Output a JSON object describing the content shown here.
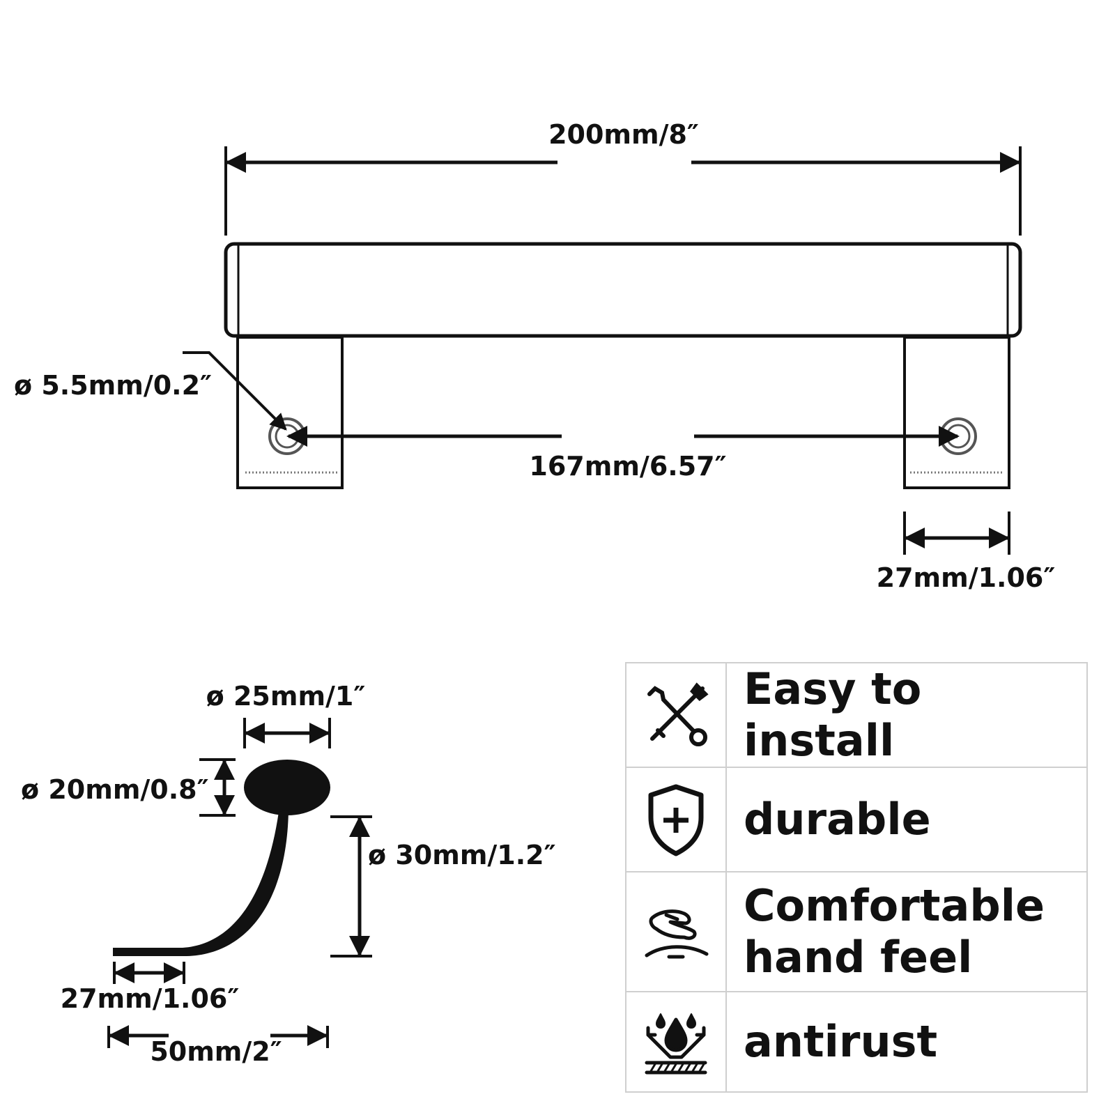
{
  "dimensions": {
    "overall_length": "200mm/8″",
    "hole_diameter": "ø 5.5mm/0.2″",
    "hole_spacing": "167mm/6.57″",
    "post_width": "27mm/1.06″",
    "bar_diameter": "ø 25mm/1″",
    "post_diameter": "ø 20mm/0.8″",
    "height": "ø 30mm/1.2″",
    "base_width": "27mm/1.06″",
    "projection": "50mm/2″"
  },
  "features": [
    {
      "icon": "tools-icon",
      "label": "Easy to install"
    },
    {
      "icon": "shield-plus-icon",
      "label": "durable"
    },
    {
      "icon": "hand-touch-icon",
      "label": "Comfortable\nhand feel"
    },
    {
      "icon": "water-drop-icon",
      "label": "antirust"
    }
  ],
  "colors": {
    "ink": "#111111",
    "border": "#cfcfcf",
    "background": "#ffffff"
  }
}
